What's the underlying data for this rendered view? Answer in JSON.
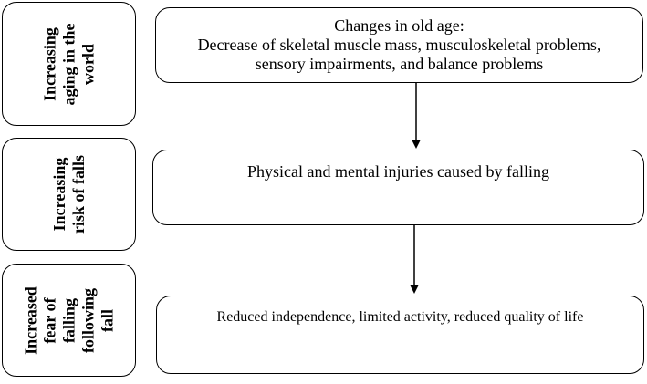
{
  "left_column": [
    {
      "label": "Increasing\naging in the\nworld"
    },
    {
      "label": "Increasing\nrisk of falls"
    },
    {
      "label": "Increased\nfear of\nfalling\nfollowing\nfall"
    }
  ],
  "flow": [
    {
      "text": "Changes in old age:\nDecrease of skeletal muscle mass, musculoskeletal problems,\nsensory impairments, and balance problems"
    },
    {
      "text": "Physical and mental injuries caused by falling"
    },
    {
      "text": "Reduced independence, limited activity, reduced quality of life"
    }
  ]
}
